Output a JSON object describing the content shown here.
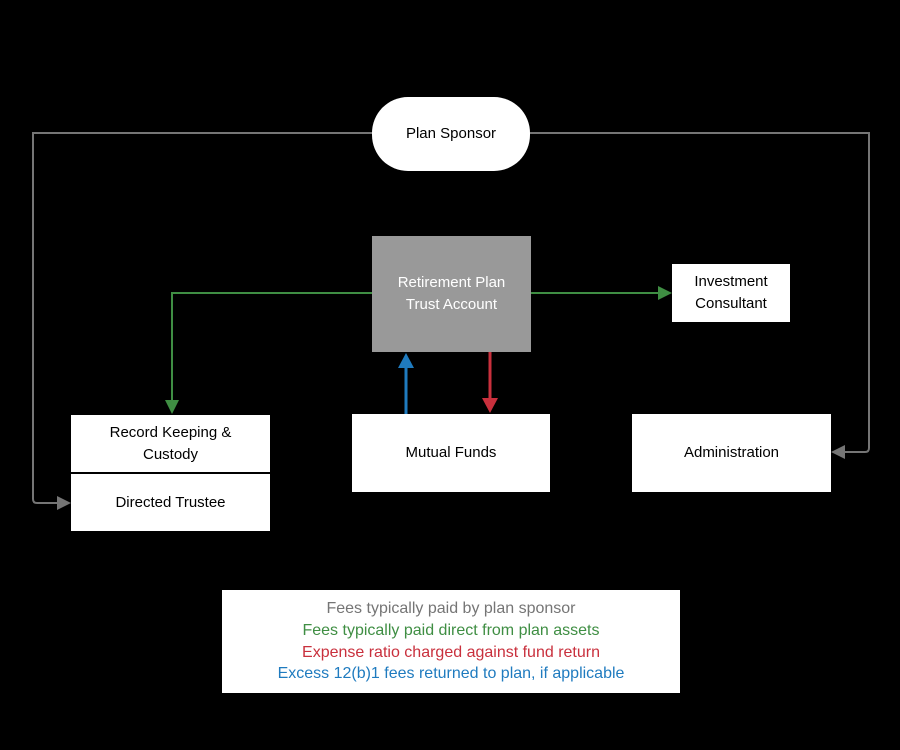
{
  "colors": {
    "background": "#000000",
    "node_white_fill": "#ffffff",
    "node_gray_fill": "#999999",
    "connector_gray": "#757575",
    "green": "#3f8e43",
    "red": "#c9303d",
    "blue": "#1f7bbf"
  },
  "nodes": {
    "plan_sponsor": {
      "label": "Plan Sponsor"
    },
    "trust_account": {
      "label": "Retirement Plan Trust Account"
    },
    "investment_consultant": {
      "label": "Investment Consultant"
    },
    "record_keeping": {
      "label": "Record Keeping & Custody"
    },
    "directed_trustee": {
      "label": "Directed Trustee"
    },
    "mutual_funds": {
      "label": "Mutual Funds"
    },
    "administration": {
      "label": "Administration"
    }
  },
  "legend": {
    "items": [
      {
        "text": "Fees typically paid by plan sponsor",
        "color": "#757575"
      },
      {
        "text": "Fees typically paid direct from plan assets",
        "color": "#3f8e43"
      },
      {
        "text": "Expense ratio charged against fund return",
        "color": "#c9303d"
      },
      {
        "text": "Excess 12(b)1 fees returned to plan, if applicable",
        "color": "#1f7bbf"
      }
    ]
  }
}
